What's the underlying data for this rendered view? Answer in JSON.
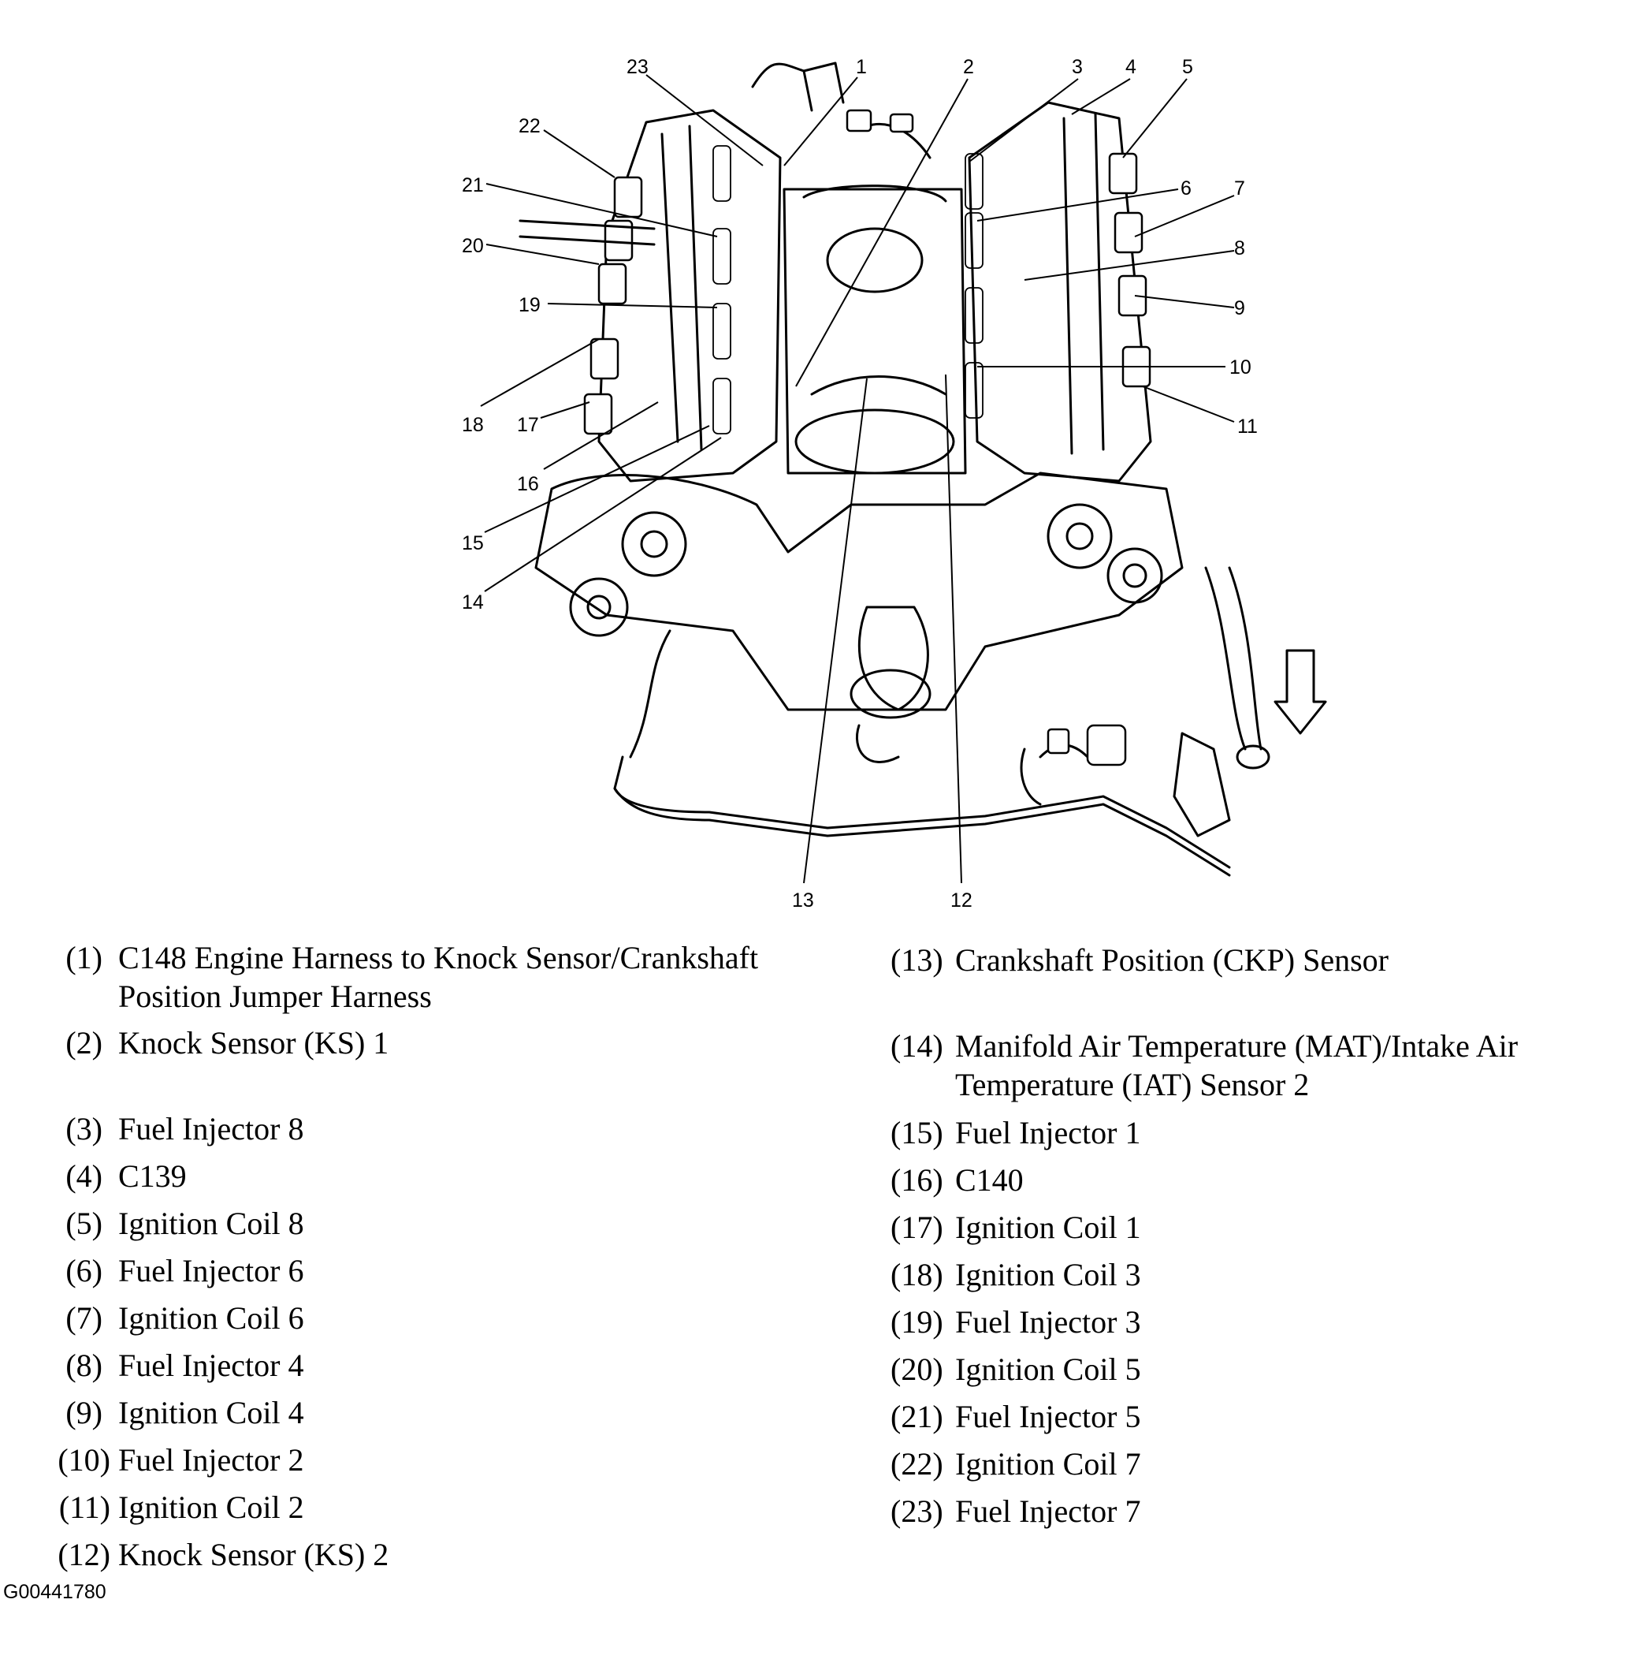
{
  "callouts": [
    "1",
    "2",
    "3",
    "4",
    "5",
    "6",
    "7",
    "8",
    "9",
    "10",
    "11",
    "12",
    "13",
    "14",
    "15",
    "16",
    "17",
    "18",
    "19",
    "20",
    "21",
    "22",
    "23"
  ],
  "legend": [
    {
      "num": "(1)",
      "text": "C148 Engine Harness to Knock Sensor/Crankshaft",
      "text2": "Position Jumper Harness"
    },
    {
      "num": "(2)",
      "text": "Knock Sensor (KS) 1"
    },
    {
      "num": "(3)",
      "text": "Fuel Injector 8"
    },
    {
      "num": "(4)",
      "text": "C139"
    },
    {
      "num": "(5)",
      "text": "Ignition Coil 8"
    },
    {
      "num": "(6)",
      "text": "Fuel Injector 6"
    },
    {
      "num": "(7)",
      "text": "Ignition Coil 6"
    },
    {
      "num": "(8)",
      "text": "Fuel Injector 4"
    },
    {
      "num": "(9)",
      "text": "Ignition Coil 4"
    },
    {
      "num": "(10)",
      "text": "Fuel Injector 2"
    },
    {
      "num": "(11)",
      "text": "Ignition Coil 2"
    },
    {
      "num": "(12)",
      "text": "Knock Sensor (KS) 2"
    },
    {
      "num": "(13)",
      "text": "Crankshaft Position (CKP) Sensor"
    },
    {
      "num": "(14)",
      "text": "Manifold Air Temperature (MAT)/Intake Air",
      "text2": "Temperature (IAT) Sensor 2"
    },
    {
      "num": "(15)",
      "text": "Fuel Injector 1"
    },
    {
      "num": "(16)",
      "text": "C140"
    },
    {
      "num": "(17)",
      "text": "Ignition Coil 1"
    },
    {
      "num": "(18)",
      "text": "Ignition Coil 3"
    },
    {
      "num": "(19)",
      "text": "Fuel Injector 3"
    },
    {
      "num": "(20)",
      "text": "Ignition Coil 5"
    },
    {
      "num": "(21)",
      "text": "Fuel Injector 5"
    },
    {
      "num": "(22)",
      "text": "Ignition Coil 7"
    },
    {
      "num": "(23)",
      "text": "Fuel Injector 7"
    }
  ],
  "figure_id": "G00441780",
  "icons": {
    "direction_arrow": "down-arrow-icon"
  }
}
